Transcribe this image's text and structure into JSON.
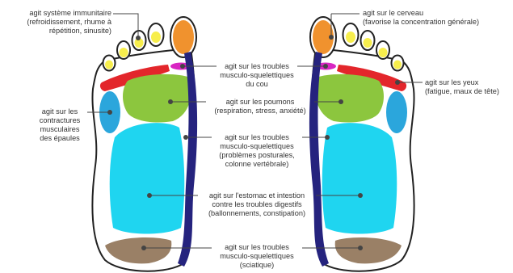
{
  "colors": {
    "outline": "#222222",
    "spine": "#25237e",
    "brain": "#f0922e",
    "toes": "#f7ee4c",
    "neck": "#d826c2",
    "eyes": "#e3262b",
    "lungs": "#8cc63e",
    "shoulders": "#2ba6dc",
    "stomach": "#1fd5f0",
    "sciatic": "#9a8066",
    "leader": "#444444"
  },
  "annotations": {
    "immune": [
      "agit système immunitaire",
      "(refroidissement, rhume à",
      "répétition, sinusite)"
    ],
    "brain": [
      "agit sur le cerveau",
      "(favorise la concentration générale)"
    ],
    "neck": [
      "agit sur les troubles",
      "musculo-squelettiques",
      "du cou"
    ],
    "eyes": [
      "agit sur les yeux",
      "(fatigue, maux de tête)"
    ],
    "shoulders": [
      "agit sur les",
      "contractures",
      "musculaires",
      "des épaules"
    ],
    "lungs": [
      "agit sur les poumons",
      "(respiration, stress, anxiété)"
    ],
    "spine": [
      "agit sur les troubles",
      "musculo-squelettiques",
      "(problèmes posturales,",
      "colonne vertébrale)"
    ],
    "stomach": [
      "agit sur l'estomac et intestion",
      "contre les troubles digestifs",
      "(ballonnements, constipation)"
    ],
    "sciatic": [
      "agit sur les troubles",
      "musculo-squelettiques",
      "(sciatique)"
    ]
  }
}
